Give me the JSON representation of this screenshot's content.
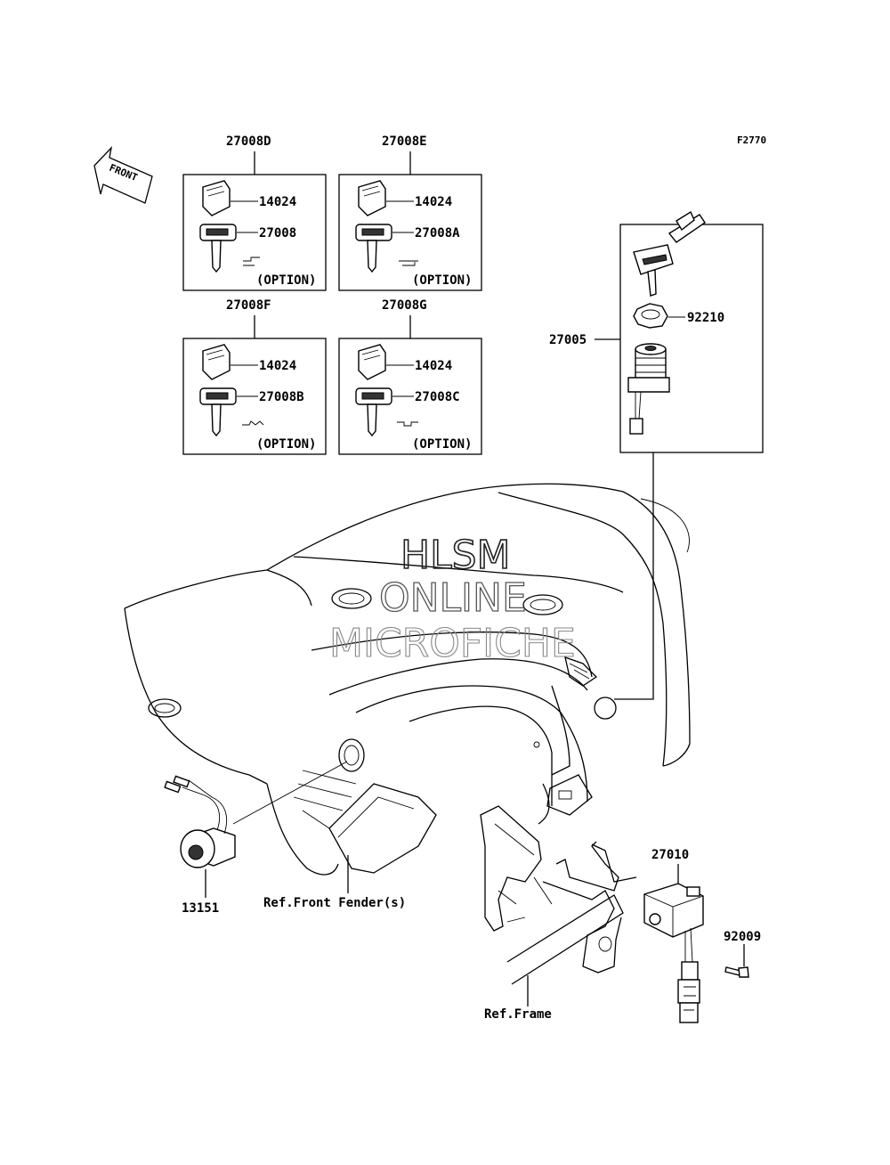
{
  "figure_code": "F2770",
  "front_label": "FRONT",
  "watermark": {
    "line1": "HLSM",
    "line2": "ONLINE",
    "line3": "MICROFICHE"
  },
  "option_label": "(OPTION)",
  "key_sets": [
    {
      "set": "27008D",
      "cap": "14024",
      "key": "27008"
    },
    {
      "set": "27008E",
      "cap": "14024",
      "key": "27008A"
    },
    {
      "set": "27008F",
      "cap": "14024",
      "key": "27008B"
    },
    {
      "set": "27008G",
      "cap": "14024",
      "key": "27008C"
    }
  ],
  "switch_assembly": {
    "assembly": "27005",
    "nut": "92210"
  },
  "parts": {
    "relay": "27010",
    "screw": "92009",
    "button": "13151"
  },
  "references": {
    "fender": "Ref.Front Fender(s)",
    "frame": "Ref.Frame"
  }
}
